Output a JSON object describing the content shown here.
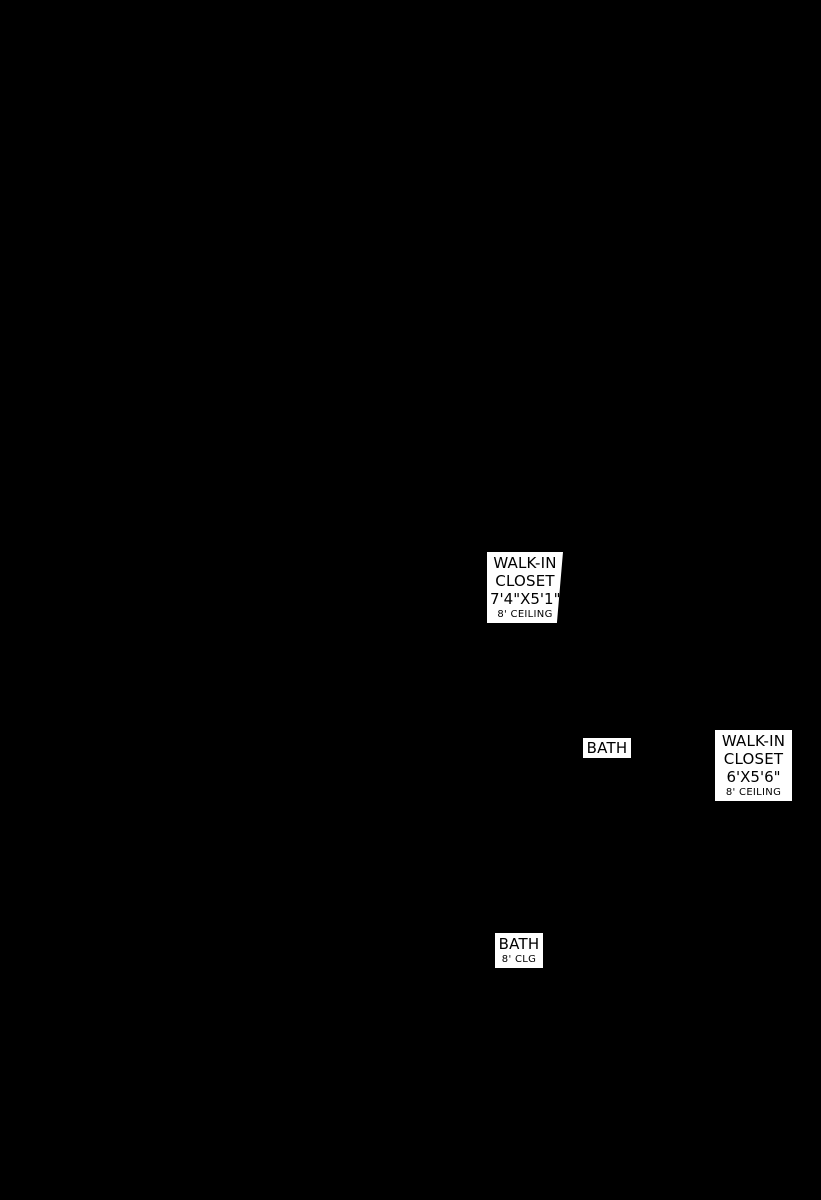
{
  "colors": {
    "background": "#000000",
    "label_background": "#ffffff",
    "label_text": "#000000"
  },
  "rooms": [
    {
      "name": "WALK-IN CLOSET",
      "name_line1": "WALK-IN",
      "name_line2": "CLOSET",
      "dimensions": "7'4\"X5'1\"",
      "ceiling": "8' CEILING"
    },
    {
      "name": "BATH"
    },
    {
      "name": "WALK-IN CLOSET",
      "name_line1": "WALK-IN",
      "name_line2": "CLOSET",
      "dimensions": "6'X5'6\"",
      "ceiling": "8' CEILING"
    },
    {
      "name": "BATH",
      "ceiling": "8' CLG"
    }
  ]
}
